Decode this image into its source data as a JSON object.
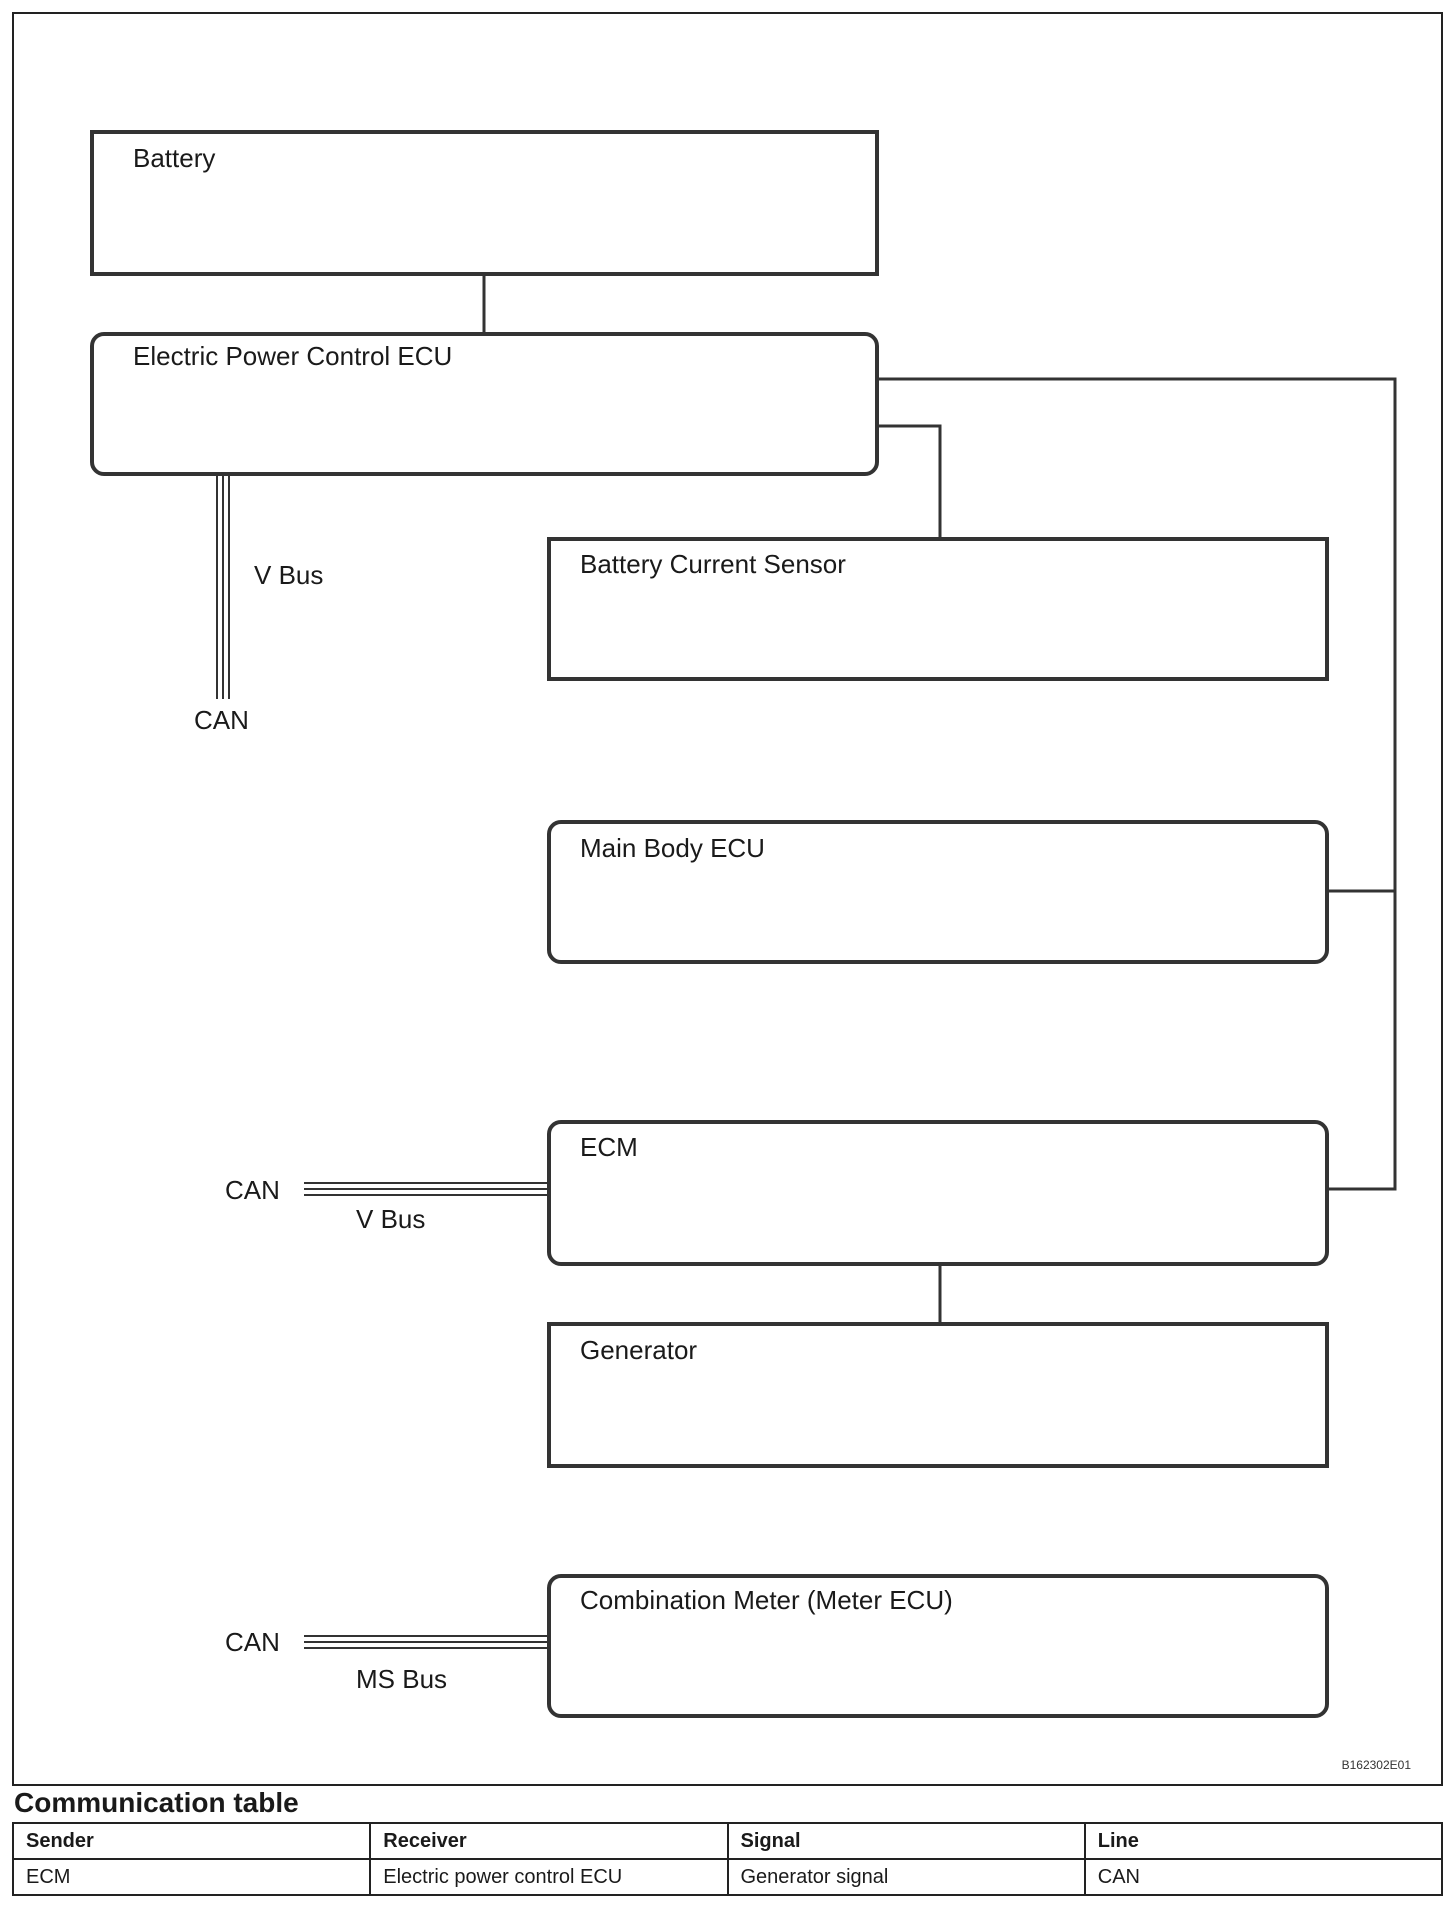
{
  "diagram": {
    "blocks": {
      "battery": "Battery",
      "epc_ecu": "Electric Power Control ECU",
      "current_sensor": "Battery Current Sensor",
      "main_body_ecu": "Main Body ECU",
      "ecm": "ECM",
      "generator": "Generator",
      "combination_meter": "Combination Meter (Meter ECU)"
    },
    "bus_labels": {
      "epc_bus": "V Bus",
      "epc_can": "CAN",
      "ecm_can": "CAN",
      "ecm_bus": "V Bus",
      "meter_can": "CAN",
      "meter_bus": "MS Bus"
    },
    "figure_code": "B162302E01"
  },
  "table": {
    "title": "Communication table",
    "headers": [
      "Sender",
      "Receiver",
      "Signal",
      "Line"
    ],
    "rows": [
      [
        "ECM",
        "Electric power control ECU",
        "Generator signal",
        "CAN"
      ]
    ]
  }
}
